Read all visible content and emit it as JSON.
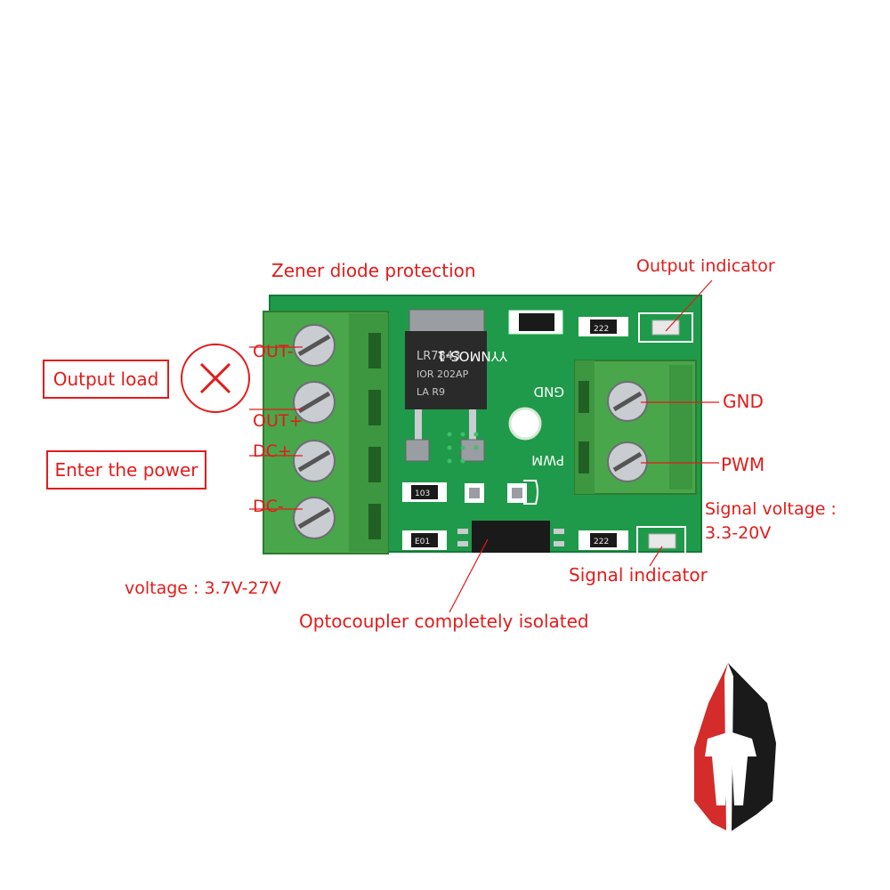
{
  "annotations": {
    "zener": "Zener diode protection",
    "output_indicator": "Output indicator",
    "output_load": "Output load",
    "enter_power": "Enter the power",
    "gnd": "GND",
    "pwm": "PWM",
    "signal_voltage_line1": "Signal voltage :",
    "signal_voltage_line2": "3.3-20V",
    "signal_indicator": "Signal indicator",
    "voltage": "voltage : 3.7V-27V",
    "optocoupler": "Optocoupler completely isolated"
  },
  "pins": {
    "out_minus": "OUT-",
    "out_plus": "OUT+",
    "dc_plus": "DC+",
    "dc_minus": "DC-"
  },
  "board": {
    "model": "YYNMOS-1",
    "silk_gnd": "GND",
    "silk_pwm": "PWM",
    "chip_line1": "LR7843",
    "chip_line2": "IOR 202AP",
    "chip_line3": "LA    R9",
    "res_222_top": "222",
    "res_222_bottom": "222",
    "res_103": "103",
    "res_e01": "E01"
  },
  "colors": {
    "annotation_red": "#e31b1b",
    "pcb_green": "#1f9a4a",
    "terminal_green": "#4aa64a",
    "logo_red": "#d42b2b"
  },
  "icons": [
    "cross-circle-icon",
    "spartan-helmet-logo"
  ]
}
